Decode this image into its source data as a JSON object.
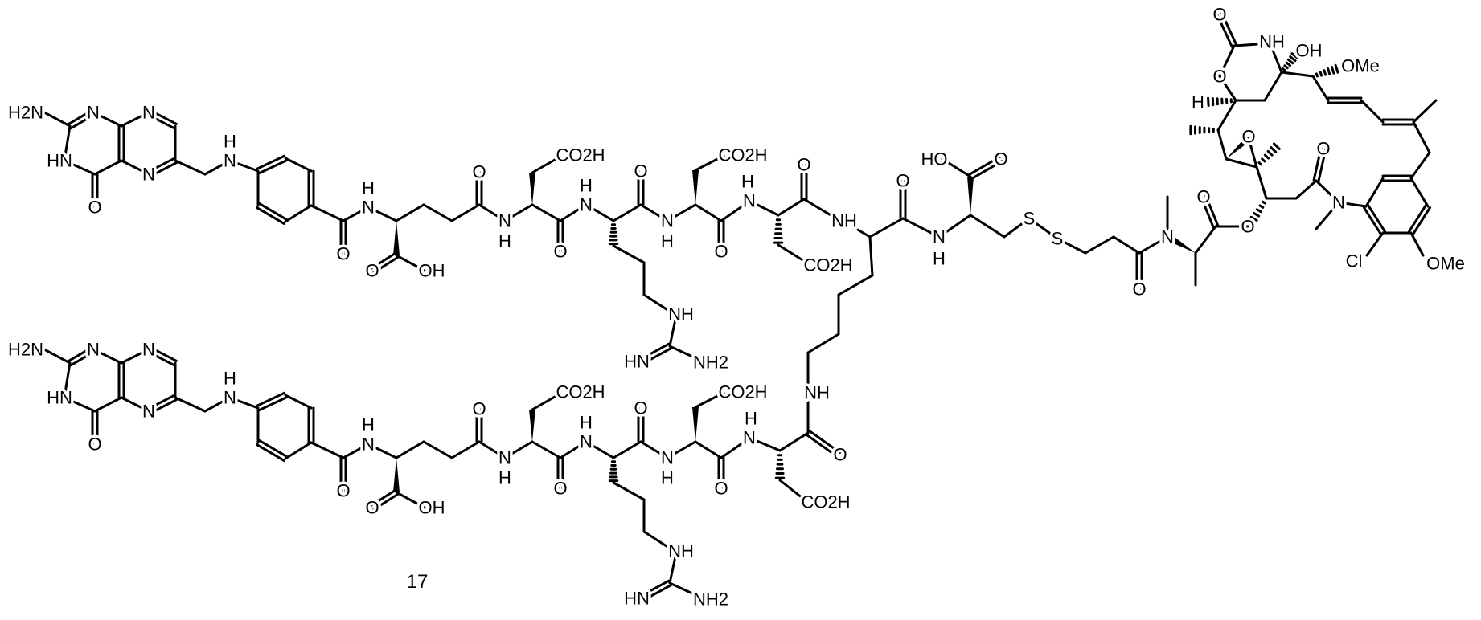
{
  "structure": {
    "compound_number": "17",
    "folate_top_labels": [
      "H2N",
      "N",
      "N",
      "HN",
      "N",
      "O",
      "N",
      "H",
      "O",
      "N",
      "H",
      "O",
      "OH",
      "O",
      "N",
      "H",
      "CO2H",
      "O",
      "N",
      "H",
      "O",
      "N",
      "H",
      "CO2H",
      "O",
      "NH",
      "HN",
      "NH2"
    ],
    "folate_bottom_labels": [
      "H2N",
      "N",
      "N",
      "HN",
      "N",
      "O",
      "N",
      "H",
      "O",
      "N",
      "H",
      "O",
      "OH",
      "O",
      "N",
      "H",
      "CO2H",
      "O",
      "N",
      "H",
      "O",
      "N",
      "H",
      "CO2H",
      "O",
      "NH",
      "HN",
      "NH2"
    ],
    "top_linker_labels": [
      "N",
      "H",
      "CO2H",
      "O",
      "NH",
      "O",
      "N",
      "H",
      "HO",
      "O",
      "S",
      "S",
      "O",
      "N",
      "O",
      "O",
      "O",
      "N",
      "Cl",
      "OMe",
      "OMe",
      "OH",
      "NH",
      "O",
      "O",
      "H",
      "O"
    ],
    "bottom_linker_labels": [
      "N",
      "H",
      "CO2H",
      "O",
      "NH"
    ]
  }
}
